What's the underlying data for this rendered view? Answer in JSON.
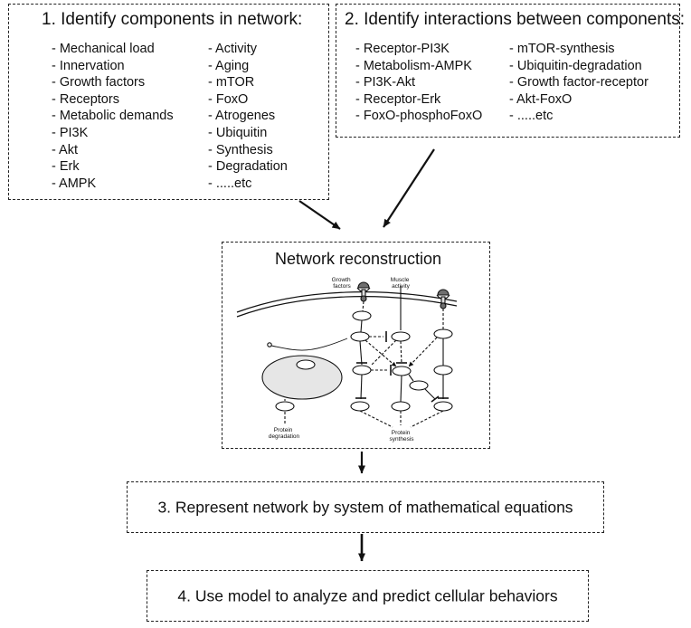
{
  "step1": {
    "title": "1. Identify components in network:",
    "col1": [
      "- Mechanical load",
      "- Innervation",
      "- Growth factors",
      "- Receptors",
      "- Metabolic demands",
      "- PI3K",
      "- Akt",
      "- Erk",
      "- AMPK"
    ],
    "col2": [
      "- Activity",
      "- Aging",
      "- mTOR",
      "- FoxO",
      "- Atrogenes",
      "- Ubiquitin",
      "- Synthesis",
      "- Degradation",
      "- .....etc"
    ]
  },
  "step2": {
    "title": "2. Identify interactions between components:",
    "col1": [
      "- Receptor-PI3K",
      "- Metabolism-AMPK",
      "- PI3K-Akt",
      "- Receptor-Erk",
      "- FoxO-phosphoFoxO"
    ],
    "col2": [
      "- mTOR-synthesis",
      "- Ubiquitin-degradation",
      "- Growth factor-receptor",
      "- Akt-FoxO",
      "- .....etc"
    ]
  },
  "network": {
    "title": "Network reconstruction",
    "growth_factors": [
      "Growth",
      "factors"
    ],
    "muscle_activity": [
      "Muscle",
      "activity"
    ],
    "protein_degradation": [
      "Protein",
      "degradation"
    ],
    "protein_synthesis": [
      "Protein",
      "synthesis"
    ]
  },
  "step3": {
    "label": "3. Represent network by system of mathematical equations"
  },
  "step4": {
    "label": "4. Use model to analyze and predict cellular behaviors"
  },
  "colors": {
    "border": "#222222",
    "nucleus_fill": "#e6e6e6",
    "receptor_fill": "#6f6f6f"
  }
}
